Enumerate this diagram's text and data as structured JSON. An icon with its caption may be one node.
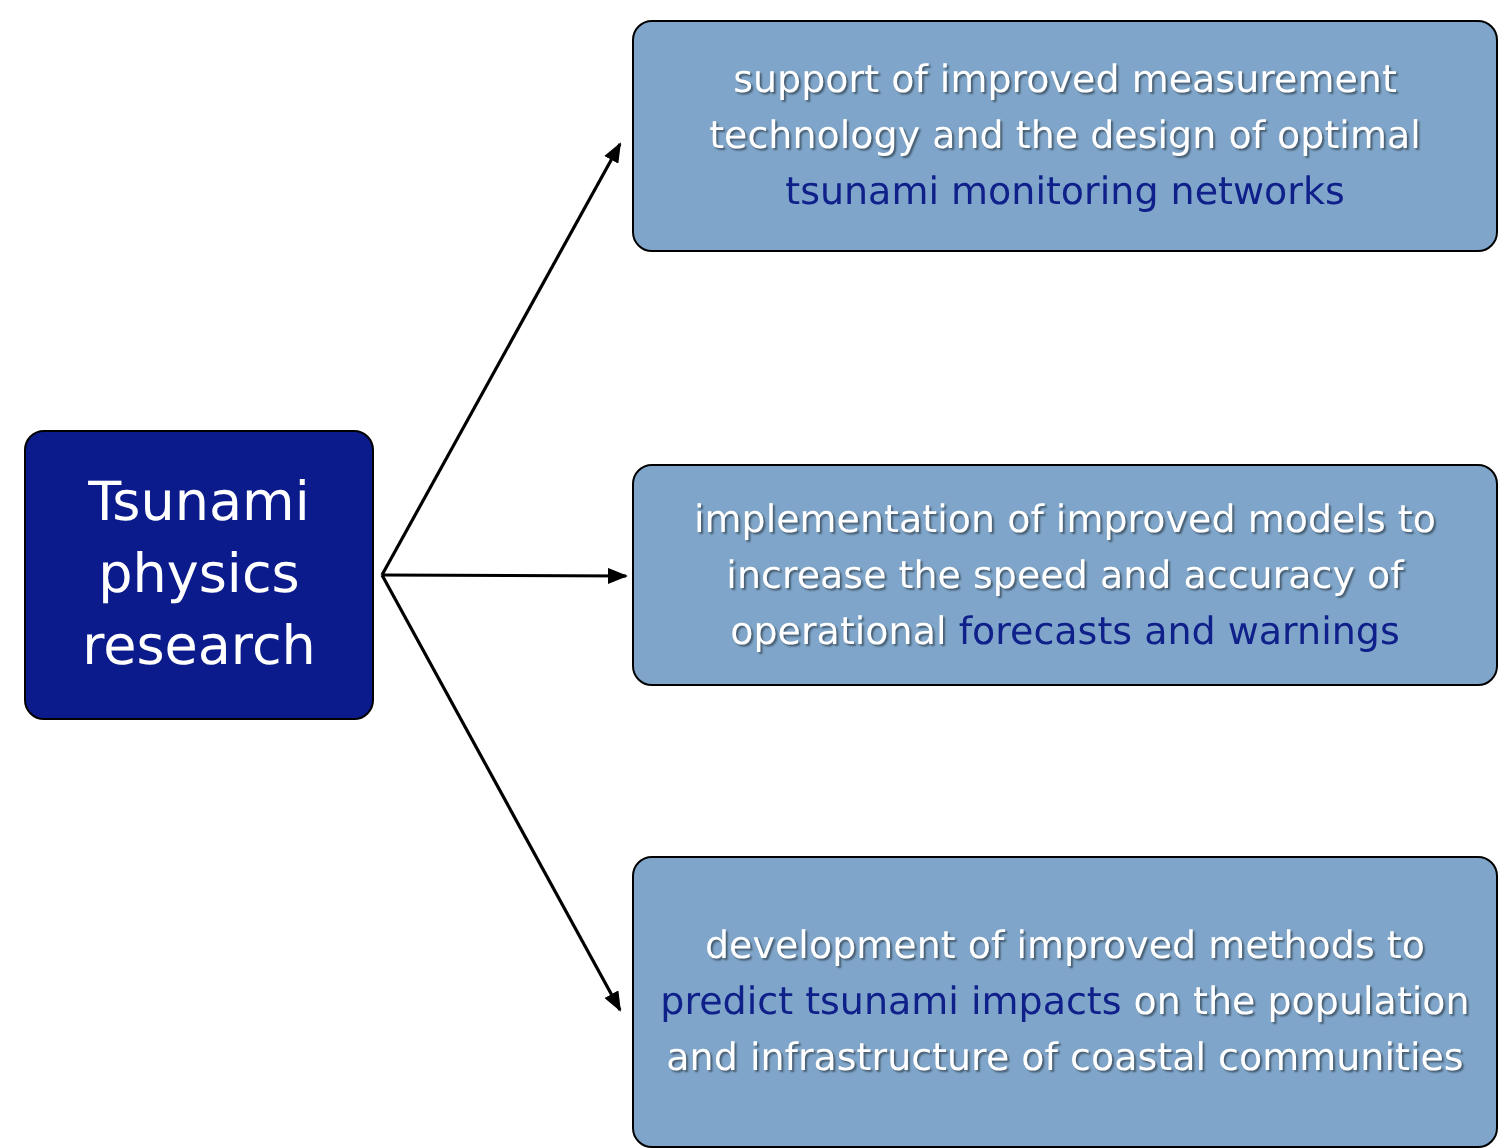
{
  "diagram": {
    "nodes": [
      {
        "text": [
          "Tsunami physics research"
        ]
      },
      {
        "text": [
          "support of improved measurement technology and the design of optimal **tsunami monitoring networks**"
        ]
      },
      {
        "text": [
          "implementation of improved models to increase the speed and accuracy of operational **forecasts and warnings**"
        ]
      },
      {
        "text": [
          "development of improved methods to **predict tsunami impacts** on the population and infrastructure of coastal communities"
        ]
      }
    ],
    "edges": [
      {
        "from": 0,
        "to": 1,
        "arrow": "to"
      },
      {
        "from": 0,
        "to": 2,
        "arrow": "to"
      },
      {
        "from": 0,
        "to": 3,
        "arrow": "to"
      }
    ]
  }
}
